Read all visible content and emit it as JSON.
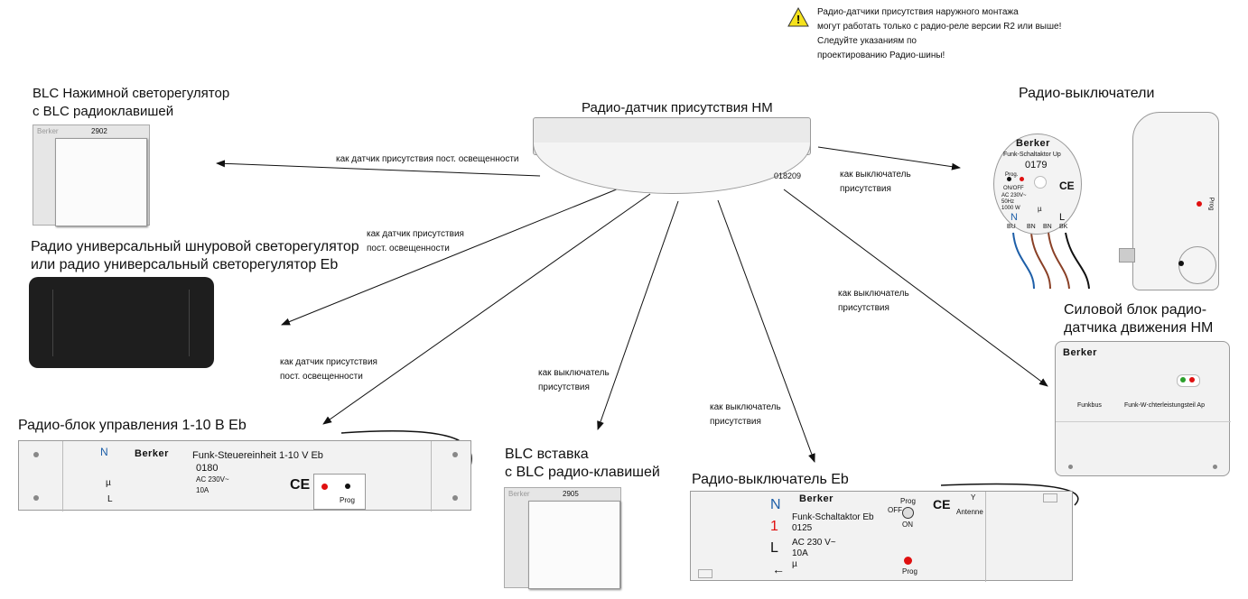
{
  "warning": {
    "line1": "Радио-датчики присутствия наружного монтажа",
    "line2": "могут работать только с радио-реле версии R2 или выше!",
    "line3": "Следуйте указаниям по",
    "line4": "проектированию Радио-шины!"
  },
  "sensor": {
    "title": "Радио-датчик присутствия HM",
    "code": "018209"
  },
  "blc_dimmer": {
    "title1": "BLC Нажимной светорегулятор",
    "title2": "с BLC радиоклавишей",
    "code": "2902",
    "brand": "Berker"
  },
  "universal_dimmer": {
    "title1": "Радио универсальный шнуровой светорегулятор",
    "title2": "или радио универсальный светорегулятор Eb"
  },
  "control_unit": {
    "title": "Радио-блок управления 1-10 В Eb",
    "brand": "Berker",
    "name": "Funk-Steuereinheit 1-10 V  Eb",
    "code": "0180",
    "rating1": "AC 230V~",
    "rating2": "10A",
    "prog": "Prog",
    "term_n": "N",
    "term_mu": "µ",
    "term_l": "L",
    "ce": "CE"
  },
  "blc_insert": {
    "title1": "BLC вставка",
    "title2": "с BLC радио-клавишей",
    "code": "2905",
    "brand": "Berker"
  },
  "switch_eb": {
    "title": "Радио-выключатель Eb",
    "brand": "Berker",
    "name": "Funk-Schaltaktor Eb",
    "code": "0125",
    "rating1": "AC 230 V~",
    "rating2": "10A",
    "mu": "µ",
    "prog": "Prog",
    "off": "OFF",
    "on": "ON",
    "antenne": "Antenne",
    "term_n": "N",
    "term_1": "1",
    "term_l": "L",
    "ce": "CE"
  },
  "radio_switches": {
    "title": "Радио-выключатели",
    "brand": "Berker",
    "name": "Funk-Schaltaktor Up",
    "code": "0179",
    "prog": "Prog.",
    "onoff": "ON/OFF",
    "rating1": "AC 230V~",
    "rating2": "50Hz",
    "rating3": "1000 W",
    "ce": "CE",
    "term_n": "N",
    "term_mu": "µ",
    "term_l": "L",
    "bu": "BU",
    "bn1": "BN",
    "bn2": "BN",
    "bk": "BK",
    "plug_prog": "Prog"
  },
  "power_unit": {
    "title1": "Силовой блок радио-",
    "title2": "датчика движения HM",
    "brand": "Berker",
    "funkbus": "Funkbus",
    "name": "Funk-W⋅chterleistungsteil Ap"
  },
  "arrows": {
    "a1": "как датчик присутствия пост. освещенности",
    "a2_1": "как датчик присутствия",
    "a2_2": "пост. освещенности",
    "a3_1": "как датчик присутствия",
    "a3_2": "пост. освещенности",
    "a4_1": "как выключатель",
    "a4_2": "присутствия",
    "a5_1": "как выключатель",
    "a5_2": "присутствия",
    "a6_1": "как выключатель",
    "a6_2": "присутствия",
    "a7_1": "как выключатель",
    "a7_2": "присутствия"
  }
}
